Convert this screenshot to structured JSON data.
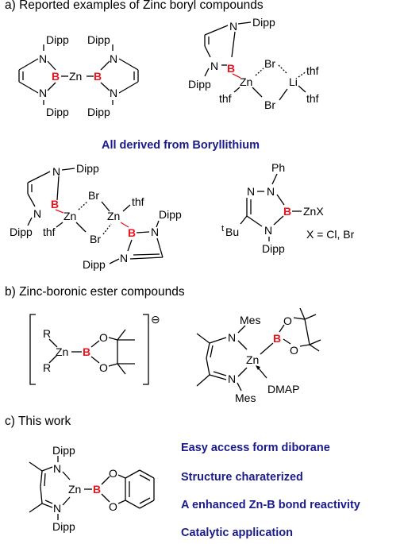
{
  "sections": {
    "a_title": "a) Reported examples of Zinc boryl compounds",
    "a_note": "All derived from Boryllithium",
    "b_title": "b) Zinc-boronic ester compounds",
    "c_title": "c) This work"
  },
  "this_work_points": [
    "Easy access form diborane",
    "Structure charaterized",
    "A enhanced Zn-B bond reactivity",
    "Catalytic application"
  ],
  "atoms": {
    "dipp": "Dipp",
    "mes": "Mes",
    "n": "N",
    "b": "B",
    "o": "O",
    "zn": "Zn",
    "br": "Br",
    "thf": "thf",
    "li": "Li",
    "ph": "Ph",
    "r": "R",
    "znx": "ZnX",
    "tbu_sup": "t",
    "tbu": "Bu",
    "dmap": "DMAP",
    "x_eq": "X = Cl, Br",
    "anion": "⊖"
  },
  "colors": {
    "boron": "#e8141e",
    "highlight_text": "#1a1a8c"
  }
}
